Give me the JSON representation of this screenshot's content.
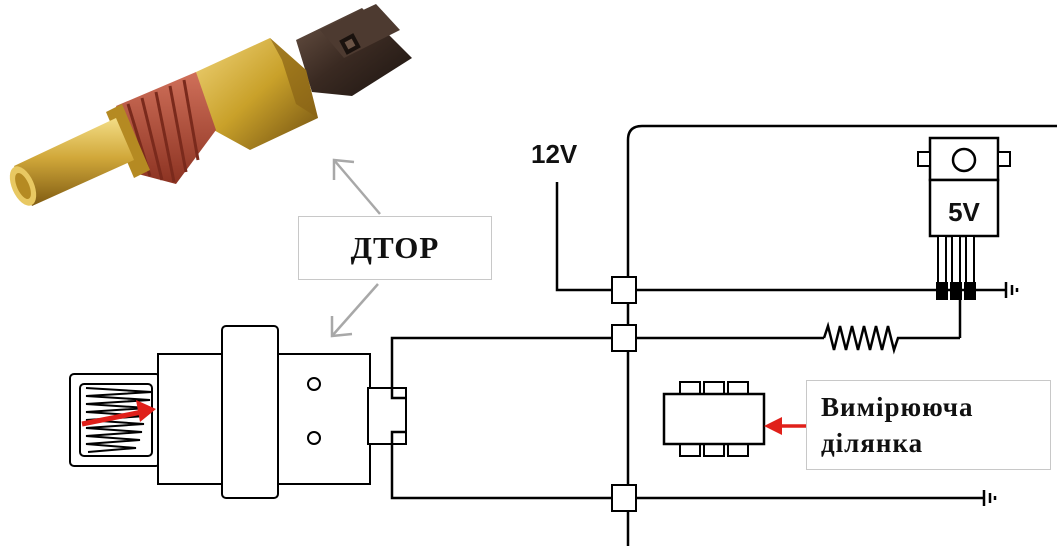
{
  "labels": {
    "sensor_name": "ДТОР",
    "supply_voltage": "12V",
    "regulator_voltage": "5V",
    "measuring_section_line1": "Вимірююча",
    "measuring_section_line2": "ділянка"
  },
  "colors": {
    "wire": "#000000",
    "brass": "#c9a12a",
    "connector": "#3a2a22",
    "thread_seal": "#b5452f",
    "callout_arrow": "#a8a8a8",
    "heat_arrow": "#e0201a"
  },
  "icons": [
    "ground-icon",
    "resistor-icon",
    "voltage-regulator-icon",
    "ic-chip-icon",
    "heat-arrow-icon"
  ]
}
